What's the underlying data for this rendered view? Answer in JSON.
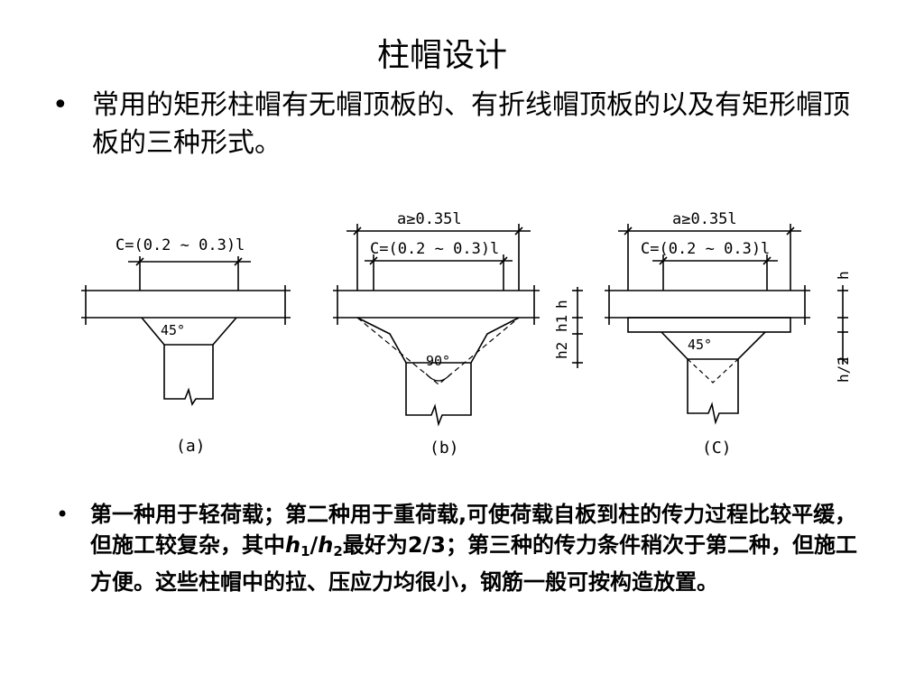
{
  "slide": {
    "title": "柱帽设计",
    "bullet_mark": "•",
    "bullet1": "常用的矩形柱帽有无帽顶板的、有折线帽顶板的以及有矩形帽顶板的三种形式。",
    "bullet2": {
      "part1": "第一种用于轻荷载；第二种用于重荷载,可使荷载自板到柱的传力过程比较平缓，但施工较复杂，其中",
      "h1_var": "h",
      "h1_sub": "1",
      "slash": "/",
      "h2_var": "h",
      "h2_sub": "2",
      "part2": "最好为2/3；第三种的传力条件稍次于第二种，但施工方便。这些柱帽中的拉、压应力均很小，钢筋一般可按构造放置。"
    }
  },
  "figure": {
    "a": {
      "c_label": "C=(0.2 ~ 0.3)l",
      "angle": "45°",
      "caption": "(a)"
    },
    "b": {
      "a_label": "a≥0.35l",
      "c_label": "C=(0.2 ~ 0.3)l",
      "angle": "90°",
      "caption": "(b)",
      "h_label": "h",
      "h1_label": "h1",
      "h2_label": "h2"
    },
    "c": {
      "a_label": "a≥0.35l",
      "c_label": "C=(0.2 ~ 0.3)l",
      "angle": "45°",
      "caption": "(C)",
      "h_label": "h",
      "h_half_label": "h/2"
    }
  }
}
